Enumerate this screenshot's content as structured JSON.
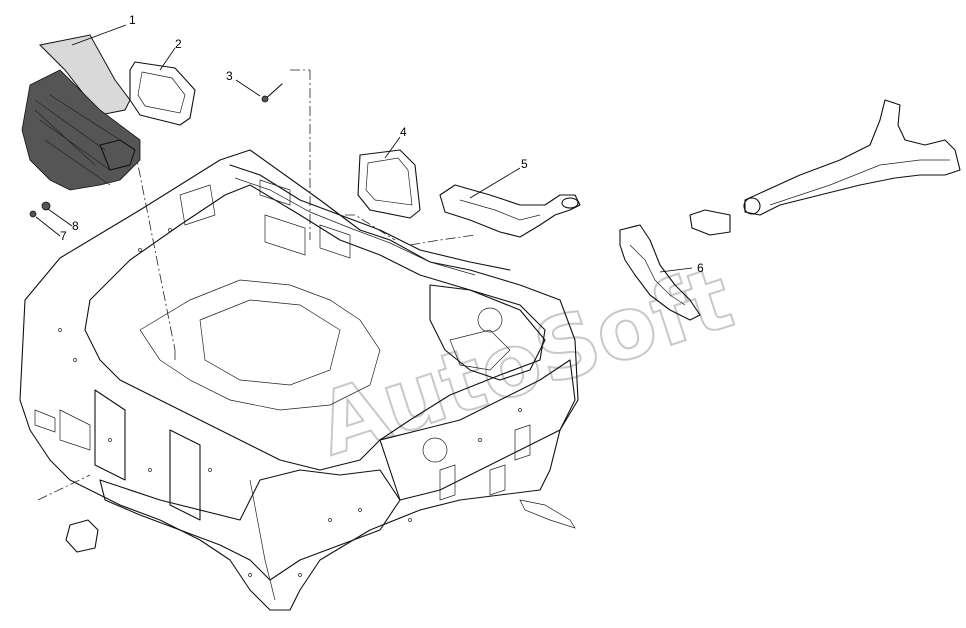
{
  "diagram": {
    "watermark": "AutoSoft",
    "callouts": [
      {
        "id": "1",
        "text": "1"
      },
      {
        "id": "2",
        "text": "2"
      },
      {
        "id": "3",
        "text": "3"
      },
      {
        "id": "4",
        "text": "4"
      },
      {
        "id": "5",
        "text": "5"
      },
      {
        "id": "6",
        "text": "6"
      },
      {
        "id": "7",
        "text": "7"
      },
      {
        "id": "8",
        "text": "8"
      }
    ],
    "parts": [
      {
        "id": "1",
        "icon": "blower-housing-icon"
      },
      {
        "id": "2",
        "icon": "gasket-icon"
      },
      {
        "id": "3",
        "icon": "screw-icon"
      },
      {
        "id": "4",
        "icon": "gasket-icon"
      },
      {
        "id": "5",
        "icon": "duct-icon"
      },
      {
        "id": "6",
        "icon": "bracket-icon"
      },
      {
        "id": "7",
        "icon": "washer-icon"
      },
      {
        "id": "8",
        "icon": "nut-icon"
      }
    ]
  }
}
